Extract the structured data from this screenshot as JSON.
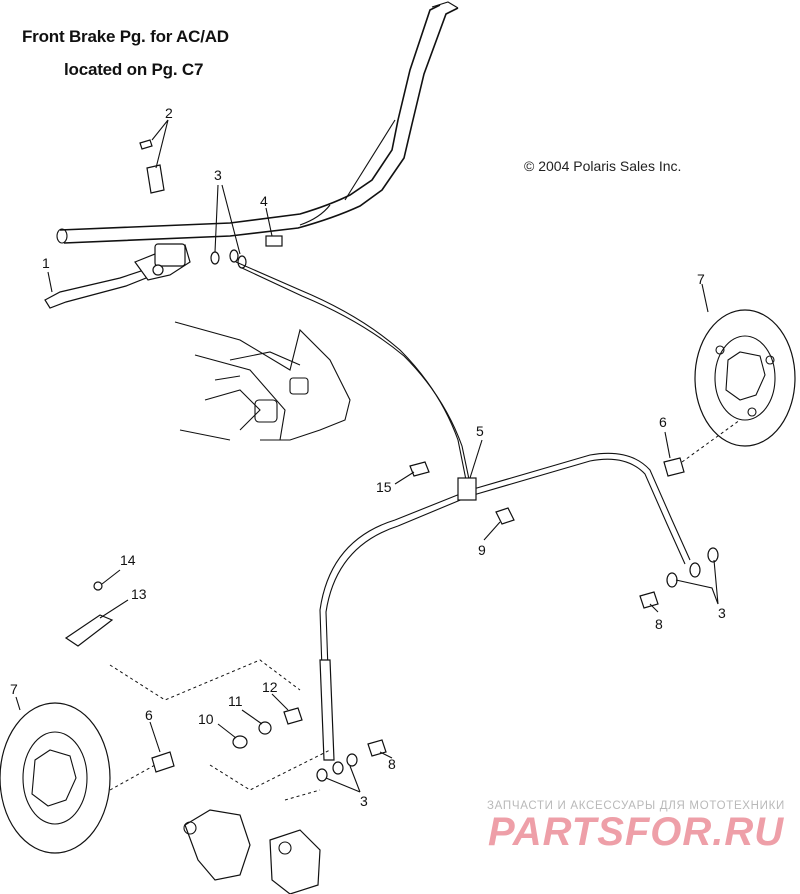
{
  "header": {
    "line1": "Front Brake Pg. for AC/AD",
    "line2": "located on Pg. C7"
  },
  "copyright": "© 2004 Polaris Sales Inc.",
  "watermark": {
    "tagline": "ЗАПЧАСТИ И АКСЕССУАРЫ ДЛЯ МОТОТЕХНИКИ",
    "logo": "PARTSFOR.RU"
  },
  "callouts": {
    "c1": "1",
    "c2": "2",
    "c3a": "3",
    "c4": "4",
    "c5": "5",
    "c6a": "6",
    "c7a": "7",
    "c15": "15",
    "c9": "9",
    "c3b": "3",
    "c8a": "8",
    "c14": "14",
    "c13": "13",
    "c7b": "7",
    "c6b": "6",
    "c10": "10",
    "c11": "11",
    "c12": "12",
    "c8b": "8",
    "c3c": "3"
  },
  "colors": {
    "line": "#111111",
    "watermark_logo": "#ee9fa8",
    "watermark_text": "#b9b9b9"
  }
}
